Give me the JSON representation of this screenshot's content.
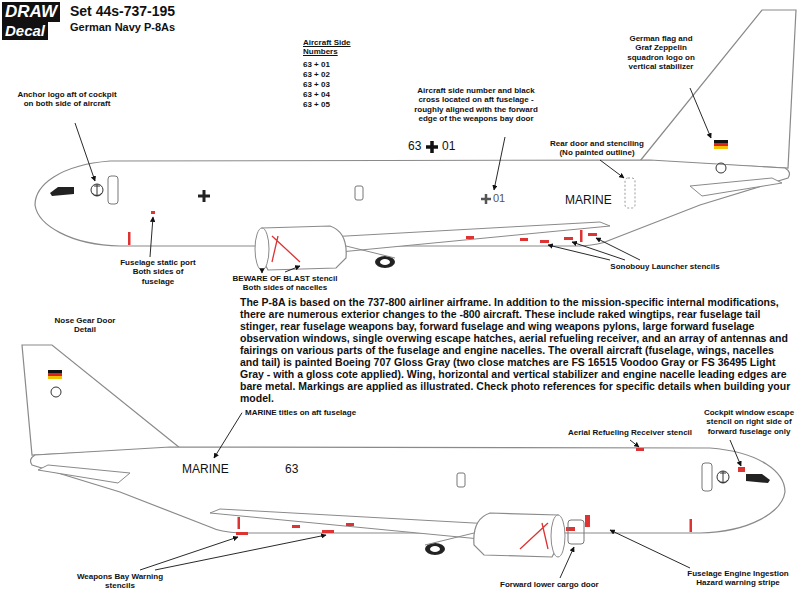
{
  "diagram": {
    "title": "Set 44s-737-195",
    "labels": [
      "DRAW",
      "Decal",
      "German Navy P-8As",
      "Aircraft Side Numbers",
      "63 + 01",
      "63 + 02",
      "63 + 03",
      "63 + 04",
      "63 + 05",
      "Anchor logo aft of cockpit on both side of aircraft",
      "Aircraft side number and black cross located on aft fuselage - roughly aligned with the forward edge of the weapons bay door",
      "63",
      "01",
      "German flag and Graf Zeppelin squadron logo on vertical stabilizer",
      "Rear door and stenciling (No painted outline)",
      "MARINE",
      "01",
      "Fuselage static port Both sides of fuselage",
      "BEWARE OF BLAST stencil Both sides of nacelles",
      "Sonobouy Launcher stencils",
      "Nose Gear Door Detail",
      "The P-8A is based on the 737-800 airliner airframe. In addition to the mission-specific internal modifications, there are numerous exterior changes to the -800 aircraft. These include raked wingtips, rear fuselage tail stinger, rear fuselage weapons bay, forward fuselage and wing weapons pylons, large forward fuselage observation windows, single overwing escape hatches, aerial refueling receiver, and an array of antennas and fairings on various parts of the fuselage and engine nacelles. The overall aircraft (fuselage, wings, nacelles and tail) is painted Boeing 707 Gloss Gray (two close matches are FS 16515 Voodoo Gray or FS 36495 Light Gray - with a gloss cote applied). Wing, horizontal and vertical stabilizer and engine nacelle leading edges are bare metal. Markings are applied as illustrated. Check photo references for specific details when building your model.",
      "MARINE titles on aft fuselage",
      "MARINE",
      "63",
      "Aerial Refueling Receiver stencil",
      "Cockpit window escape stencil on right side of forward fuselage only",
      "Weapons Bay Warning stencils",
      "Forward lower cargo door",
      "Fuselage Engine Ingestion Hazard warning stripe"
    ]
  }
}
